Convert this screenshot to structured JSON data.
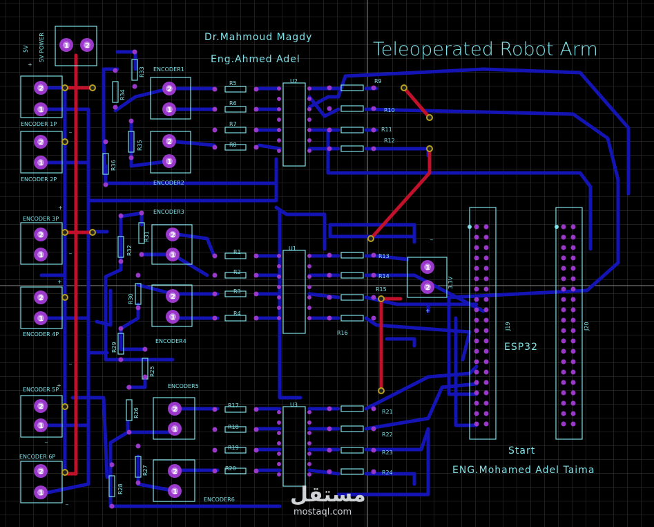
{
  "header": {
    "author1": "Dr.Mahmoud Magdy",
    "author2": "Eng.Ahmed Adel",
    "title": "Teleoperated Robot Arm"
  },
  "power": {
    "label_5v": "5V",
    "label_5v_power": "5V POWER",
    "label_33v": "3.3V"
  },
  "encoders": {
    "e1": "ENCODER 1P",
    "e2": "ENCODER 2P",
    "e3": "ENCODER 3P",
    "e4": "ENCODER 4P",
    "e5": "ENCODER 5P",
    "e6": "ENCODER 6P",
    "c1": "ENCODER1",
    "c2": "ENCODER2",
    "c3": "ENCODER3",
    "c4": "ENCODER4",
    "c5": "ENCODER5",
    "c6": "ENCODER6"
  },
  "chips": {
    "u1": "U1",
    "u2": "U2",
    "u3": "U3"
  },
  "headers": {
    "j19": "J19",
    "j20": "J20",
    "esp": "ESP32"
  },
  "footer": {
    "start": "Start",
    "credit": "ENG.Mohamed Adel Taima"
  },
  "watermark": {
    "arabic": "مستقل",
    "latin": "mostaql.com"
  },
  "pins": {
    "one": "1",
    "two": "2"
  },
  "signs": {
    "plus": "+",
    "minus": "_"
  },
  "resistors": {
    "left": [
      "R5",
      "R6",
      "R7",
      "R8",
      "R1",
      "R2",
      "R3",
      "R4",
      "R17",
      "R18",
      "R19",
      "R20"
    ],
    "right": [
      "R9",
      "R10",
      "R11",
      "R12",
      "R13",
      "R14",
      "R15",
      "R16",
      "R21",
      "R22",
      "R23",
      "R24"
    ],
    "vertical": [
      "R33",
      "R34",
      "R35",
      "R36",
      "R31",
      "R32",
      "R30",
      "R29",
      "R25",
      "R26",
      "R27",
      "R28"
    ]
  },
  "colors": {
    "trace": "#1414b4",
    "power_trace": "#c0102a",
    "silk": "#7fe0e6",
    "pad": "#9a38c9",
    "grid": "#3a3a3a"
  }
}
